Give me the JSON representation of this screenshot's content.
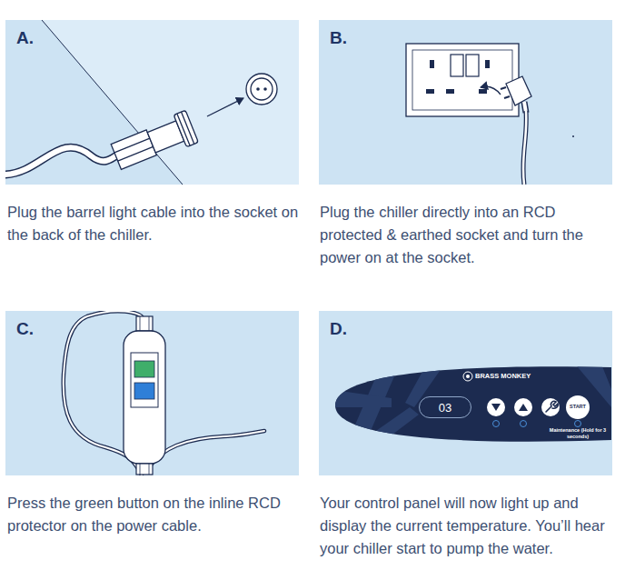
{
  "diagram": {
    "nodes": [
      {
        "text": [
          "A."
        ]
      },
      {
        "text": [
          "B."
        ]
      },
      {
        "text": [
          "C."
        ]
      },
      {
        "text": [
          "D."
        ]
      },
      {
        "text": [
          "BRASS MONKEY",
          "Maintenance (Hold for 3 seconds)"
        ],
        "in": 3
      },
      {
        "text": [
          "03"
        ],
        "in": 4
      },
      {
        "text": [
          "START"
        ],
        "in": 4
      }
    ],
    "labels": [
      "Plug the barrel light cable into the socket on the back of the chiller.",
      "Plug the chiller directly into an RCD protected & earthed socket and turn the power on at the socket.",
      "Press the green button on the inline RCD protector on the power cable.",
      "Your control panel will now light up and display the current temperature. You’ll hear your chiller start to pump the water."
    ]
  }
}
